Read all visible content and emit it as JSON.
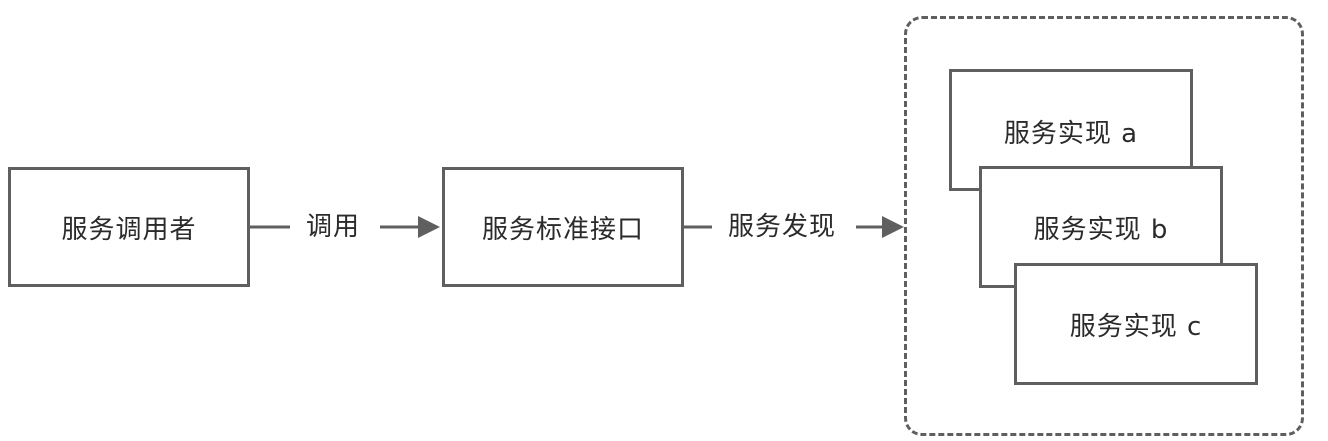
{
  "nodes": {
    "caller": {
      "label": "服务调用者"
    },
    "interface": {
      "label": "服务标准接口"
    },
    "impl_a": {
      "label": "服务实现 a"
    },
    "impl_b": {
      "label": "服务实现 b"
    },
    "impl_c": {
      "label": "服务实现 c"
    }
  },
  "edges": {
    "call": {
      "label": "调用"
    },
    "discovery": {
      "label": "服务发现"
    }
  },
  "colors": {
    "stroke": "#5f5f5f",
    "text": "#2b2b2b",
    "background": "#ffffff"
  }
}
